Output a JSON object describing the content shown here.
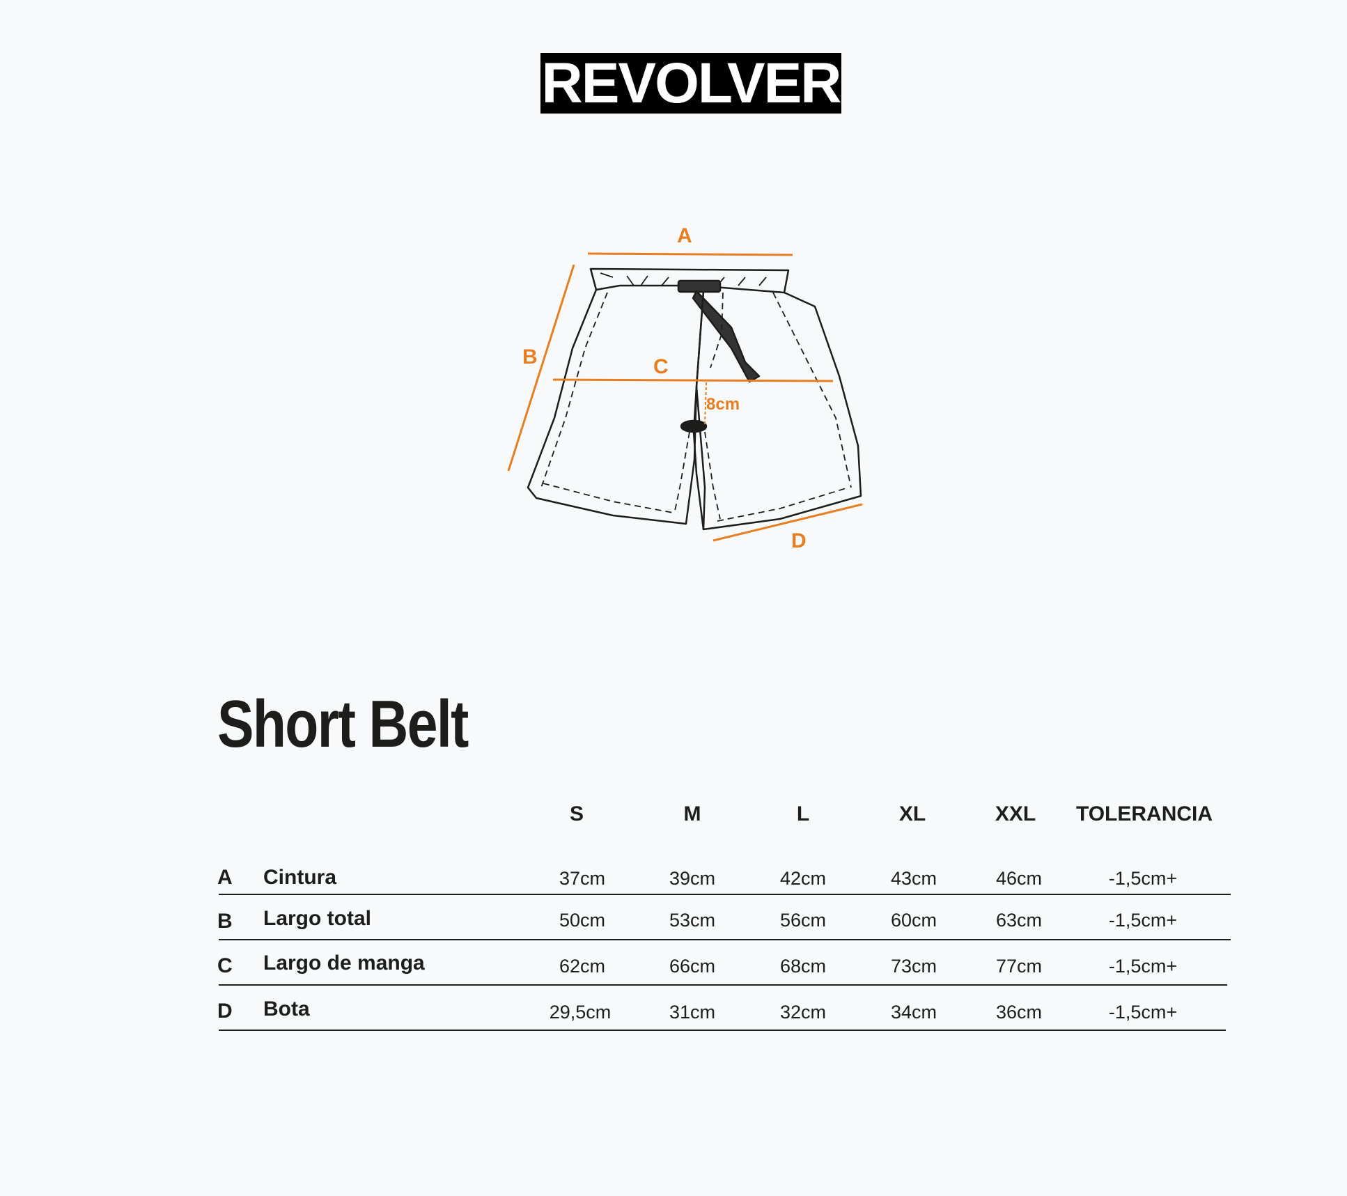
{
  "brand": {
    "logo_text": "REVOLVER"
  },
  "diagram": {
    "labels": {
      "a": "A",
      "b": "B",
      "c": "C",
      "d": "D",
      "offset": "8cm"
    },
    "colors": {
      "measure": "#e67e22",
      "outline": "#1d1d1b"
    }
  },
  "product": {
    "title": "Short Belt"
  },
  "size_table": {
    "columns": [
      "S",
      "M",
      "L",
      "XL",
      "XXL",
      "TOLERANCIA"
    ],
    "rows": [
      {
        "letter": "A",
        "name": "Cintura",
        "values": [
          "37cm",
          "39cm",
          "42cm",
          "43cm",
          "46cm",
          "-1,5cm+"
        ]
      },
      {
        "letter": "B",
        "name": "Largo total",
        "values": [
          "50cm",
          "53cm",
          "56cm",
          "60cm",
          "63cm",
          "-1,5cm+"
        ]
      },
      {
        "letter": "C",
        "name": "Largo de manga",
        "values": [
          "62cm",
          "66cm",
          "68cm",
          "73cm",
          "77cm",
          "-1,5cm+"
        ]
      },
      {
        "letter": "D",
        "name": "Bota",
        "values": [
          "29,5cm",
          "31cm",
          "32cm",
          "34cm",
          "36cm",
          "-1,5cm+"
        ]
      }
    ]
  }
}
